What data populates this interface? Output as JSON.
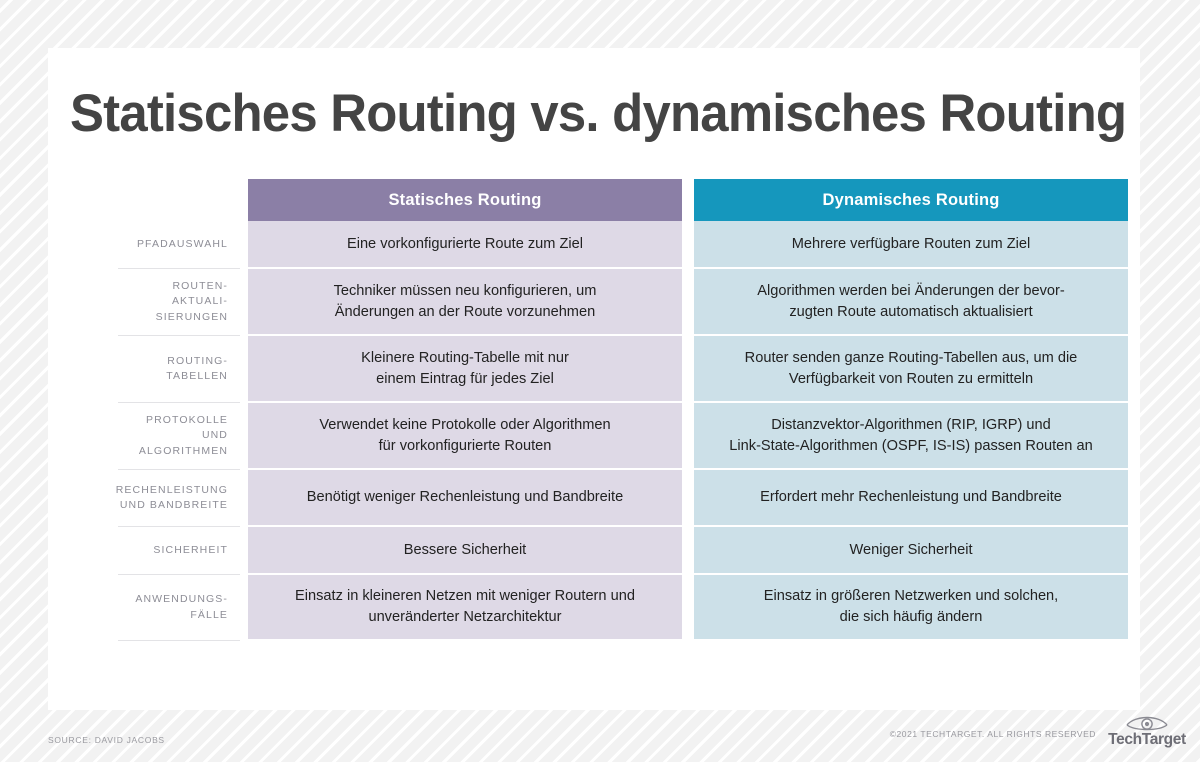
{
  "page": {
    "title": "Statisches Routing vs. dynamisches Routing",
    "background_color": "#f2f2f2",
    "card_color": "#ffffff"
  },
  "colors": {
    "static_header": "#8b7fa6",
    "static_cell": "#ded9e6",
    "dynamic_header": "#1597bd",
    "dynamic_cell": "#cce0e8",
    "title_text": "#444444",
    "label_text": "#8d8d96",
    "body_text": "#222222"
  },
  "table": {
    "corner_label": "",
    "columns": [
      {
        "key": "static",
        "header": "Statisches Routing"
      },
      {
        "key": "dynamic",
        "header": "Dynamisches Routing"
      }
    ],
    "rows": [
      {
        "label": "PFADAUSWAHL",
        "static": "Eine vorkonfigurierte Route zum Ziel",
        "dynamic": "Mehrere verfügbare Routen zum Ziel"
      },
      {
        "label": "ROUTEN-AKTUALI-\nSIERUNGEN",
        "static": "Techniker müssen neu konfigurieren, um\nÄnderungen an der Route vorzunehmen",
        "dynamic": "Algorithmen werden bei Änderungen der bevor-\nzugten Route automatisch aktualisiert"
      },
      {
        "label": "ROUTING-\nTABELLEN",
        "static": "Kleinere Routing-Tabelle mit nur\neinem Eintrag für jedes Ziel",
        "dynamic": "Router senden ganze Routing-Tabellen aus, um die\nVerfügbarkeit von Routen zu ermitteln"
      },
      {
        "label": "PROTOKOLLE UND\nALGORITHMEN",
        "static": "Verwendet keine Protokolle oder Algorithmen\nfür vorkonfigurierte Routen",
        "dynamic": "Distanzvektor-Algorithmen (RIP, IGRP) und\nLink-State-Algorithmen (OSPF, IS-IS) passen Routen an"
      },
      {
        "label": "RECHENLEISTUNG\nUND BANDBREITE",
        "static": "Benötigt weniger Rechenleistung und Bandbreite",
        "dynamic": "Erfordert mehr Rechenleistung und Bandbreite"
      },
      {
        "label": "SICHERHEIT",
        "static": "Bessere Sicherheit",
        "dynamic": "Weniger Sicherheit"
      },
      {
        "label": "ANWENDUNGS-\nFÄLLE",
        "static": "Einsatz in kleineren Netzen mit weniger Routern und\nunveränderter Netzarchitektur",
        "dynamic": "Einsatz in größeren Netzwerken und solchen,\ndie sich häufig ändern"
      }
    ]
  },
  "footer": {
    "source": "SOURCE: DAVID JACOBS",
    "copyright": "©2021 TECHTARGET. ALL RIGHTS RESERVED",
    "logo_wordmark": "TechTarget",
    "logo_icon": "eye-icon"
  }
}
